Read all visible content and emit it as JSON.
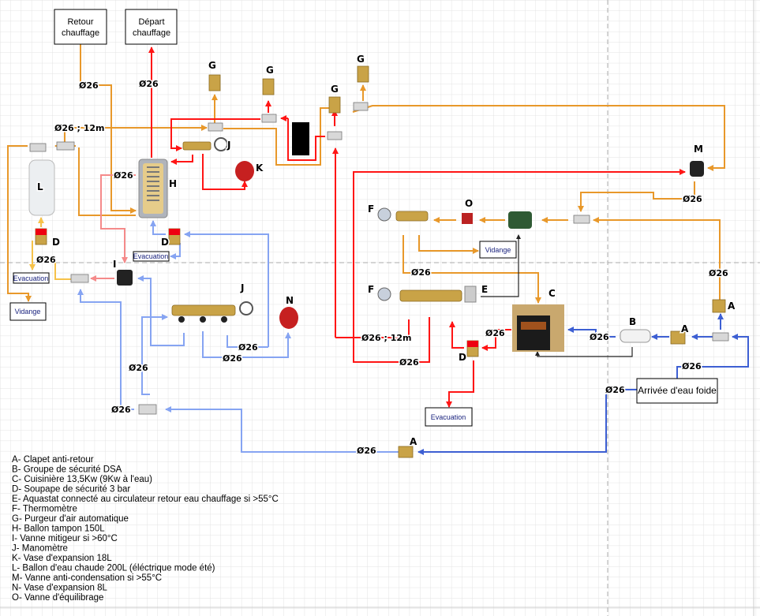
{
  "boxes": {
    "retour": [
      "Retour",
      "chauffage"
    ],
    "depart": [
      "Départ",
      "chauffage"
    ],
    "vidange_right": "Vidange",
    "vidange_left": "Vidange",
    "evacuation_left": "Evacuation",
    "evacuation_mid": "Evacuation",
    "evacuation_bottom": "Evacuation",
    "arrivee": "Arrivée d'eau foide"
  },
  "pipe_labels": [
    "Ø26",
    "Ø26",
    "Ø26 ; 12m",
    "Ø26",
    "Ø26",
    "Ø26",
    "Ø26",
    "Ø26",
    "Ø26",
    "Ø26",
    "Ø26",
    "Ø26 ; 12m",
    "Ø26",
    "Ø26",
    "Ø26",
    "Ø26",
    "Ø26",
    "Ø26",
    "Ø26"
  ],
  "letters": [
    "G",
    "G",
    "G",
    "G",
    "J",
    "K",
    "L",
    "H",
    "D",
    "D",
    "I",
    "J",
    "N",
    "F",
    "O",
    "M",
    "F",
    "E",
    "C",
    "B",
    "A",
    "A",
    "D",
    "A"
  ],
  "colors": {
    "return_water": "#e8982a",
    "hot_water": "#ff1515",
    "sanitary_hot": "#f58a8a",
    "sanitary_mix": "#86a4f2",
    "cold_water": "#3d5fd3",
    "relief": "#f6c24a"
  },
  "legend": [
    "A- Clapet anti-retour",
    "B- Groupe de sécurité DSA",
    "C- Cuisinière 13,5Kw (9Kw à l'eau)",
    "D- Soupape de sécurité 3 bar",
    "E- Aquastat connecté au circulateur retour eau chauffage si >55°C",
    "F- Thermomètre",
    "G- Purgeur d'air automatique",
    "H- Ballon tampon 150L",
    "I- Vanne mitigeur si >60°C",
    "J- Manomètre",
    "K- Vase d'expansion 18L",
    "L- Ballon d'eau chaude 200L (éléctrique mode été)",
    "M- Vanne anti-condensation si >55°C",
    "N- Vase d'expansion 8L",
    "O- Vanne d'équilibrage"
  ]
}
